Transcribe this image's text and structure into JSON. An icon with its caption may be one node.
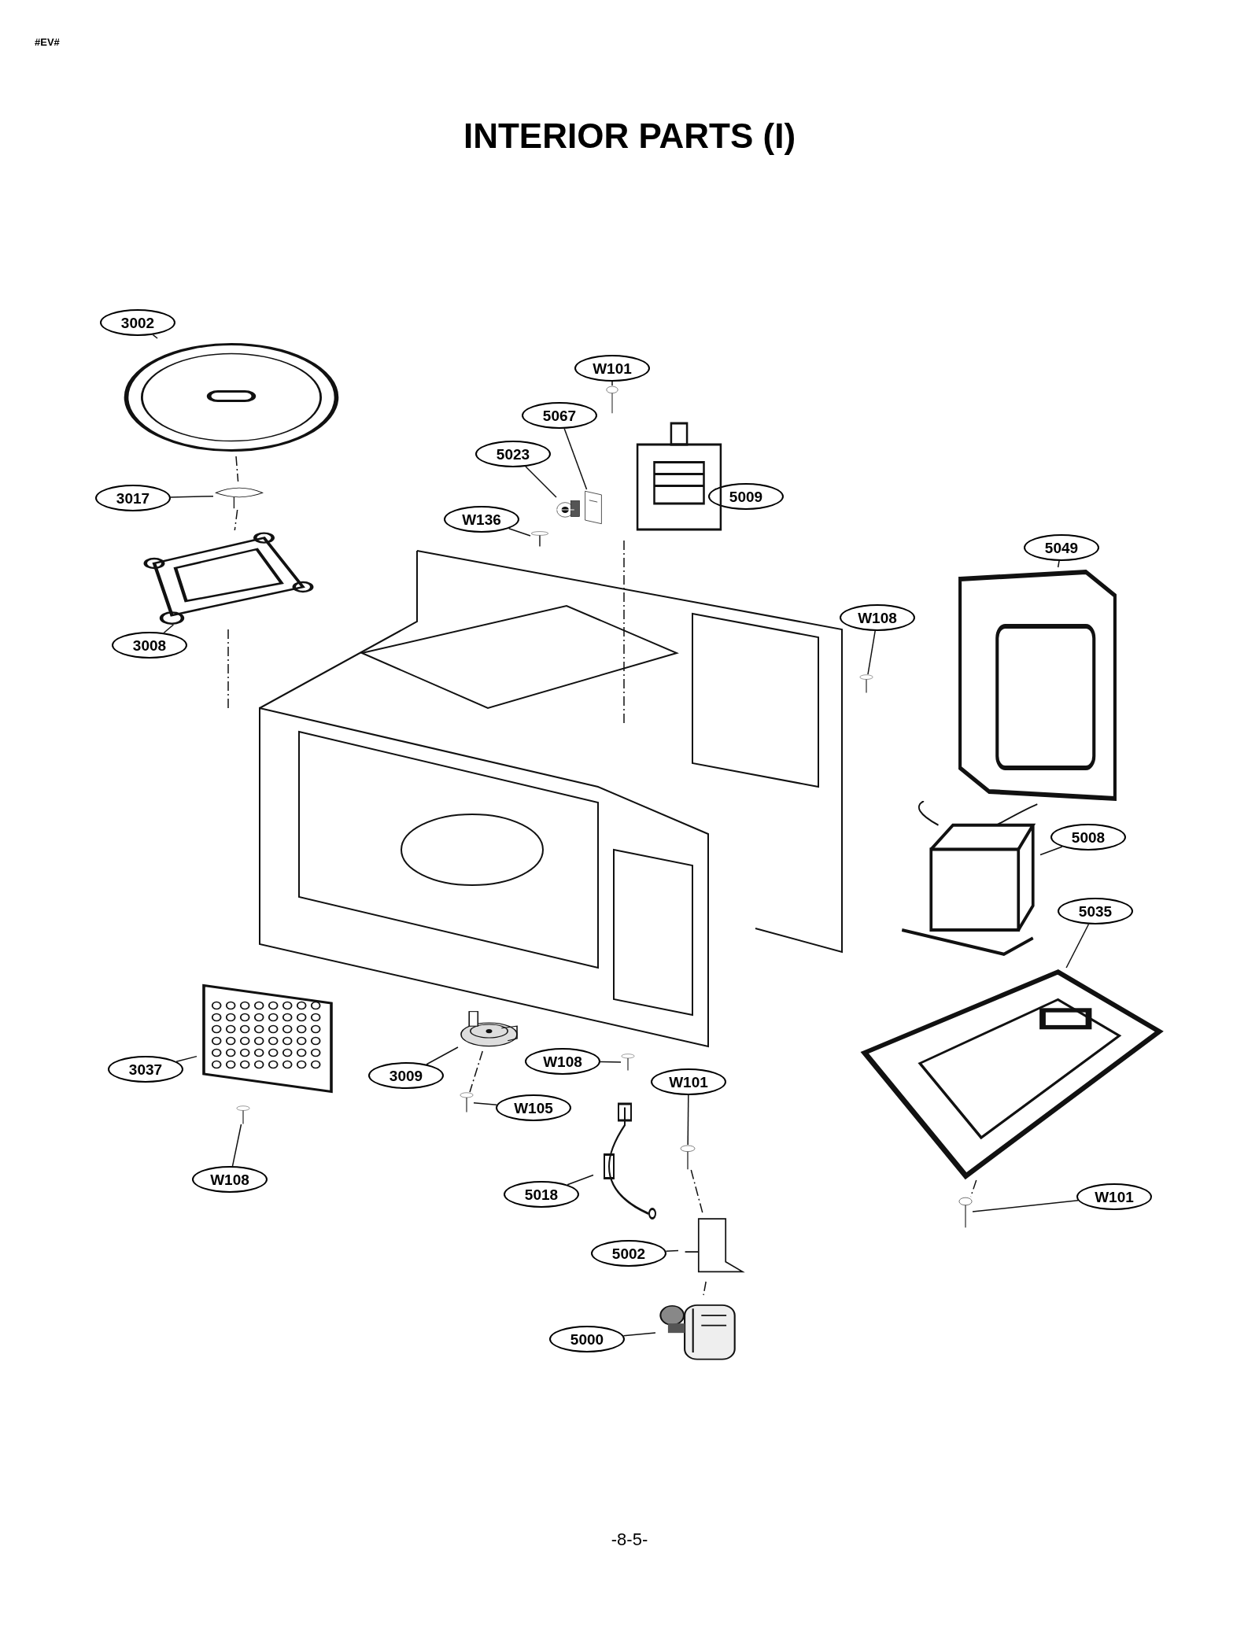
{
  "diagram": {
    "title": "INTERIOR PARTS (I)",
    "nodes": [
      {
        "text": [
          "3002"
        ]
      },
      {
        "text": [
          "W101"
        ]
      },
      {
        "text": [
          "5067"
        ]
      },
      {
        "text": [
          "5023"
        ]
      },
      {
        "text": [
          "3017"
        ]
      },
      {
        "text": [
          "5009"
        ]
      },
      {
        "text": [
          "W136"
        ]
      },
      {
        "text": [
          "5049"
        ]
      },
      {
        "text": [
          "W108"
        ]
      },
      {
        "text": [
          "3008"
        ]
      },
      {
        "text": [
          "5008"
        ]
      },
      {
        "text": [
          "5035"
        ]
      },
      {
        "text": [
          "3037"
        ]
      },
      {
        "text": [
          "3009"
        ]
      },
      {
        "text": [
          "W108"
        ]
      },
      {
        "text": [
          "W101"
        ]
      },
      {
        "text": [
          "W105"
        ]
      },
      {
        "text": [
          "W108"
        ]
      },
      {
        "text": [
          "5018"
        ]
      },
      {
        "text": [
          "W101"
        ]
      },
      {
        "text": [
          "5002"
        ]
      },
      {
        "text": [
          "5000"
        ]
      },
      {
        "text": [],
        "shape": "picture"
      },
      {
        "text": [],
        "shape": "picture"
      },
      {
        "text": [],
        "shape": "picture"
      },
      {
        "text": [],
        "shape": "picture"
      },
      {
        "text": [],
        "shape": "picture"
      },
      {
        "text": [],
        "shape": "picture"
      },
      {
        "text": [],
        "shape": "picture"
      },
      {
        "text": [],
        "shape": "picture"
      },
      {
        "text": [],
        "shape": "picture"
      },
      {
        "text": [],
        "shape": "picture"
      },
      {
        "text": [],
        "shape": "picture"
      },
      {
        "text": [],
        "shape": "picture"
      },
      {
        "text": [],
        "shape": "picture"
      },
      {
        "text": [],
        "shape": "picture"
      },
      {
        "text": [],
        "shape": "picture"
      },
      {
        "text": [],
        "shape": "picture"
      },
      {
        "text": [],
        "shape": "picture"
      },
      {
        "text": [],
        "shape": "picture"
      },
      {
        "text": [],
        "shape": "picture"
      },
      {
        "text": [],
        "shape": "picture"
      },
      {
        "text": [],
        "shape": "picture"
      },
      {
        "text": [],
        "shape": "picture"
      }
    ],
    "edges": [
      {
        "from": 0,
        "to": 22,
        "arrow": "none"
      },
      {
        "from": 1,
        "to": 23,
        "arrow": "none"
      },
      {
        "from": 2,
        "to": 24,
        "arrow": "none"
      },
      {
        "from": 3,
        "to": 25,
        "arrow": "none"
      },
      {
        "from": 4,
        "to": 26,
        "arrow": "none"
      },
      {
        "from": 5,
        "to": 27,
        "arrow": "none"
      },
      {
        "from": 6,
        "to": 28,
        "arrow": "none"
      },
      {
        "from": 7,
        "to": 29,
        "arrow": "none"
      },
      {
        "from": 8,
        "to": 30,
        "arrow": "none"
      },
      {
        "from": 9,
        "to": 31,
        "arrow": "none"
      },
      {
        "from": 10,
        "to": 32,
        "arrow": "none"
      },
      {
        "from": 11,
        "to": 33,
        "arrow": "none"
      },
      {
        "from": 12,
        "to": 34,
        "arrow": "none"
      },
      {
        "from": 13,
        "to": 35,
        "arrow": "none"
      },
      {
        "from": 14,
        "to": 36,
        "arrow": "none"
      },
      {
        "from": 15,
        "to": 37,
        "arrow": "none"
      },
      {
        "from": 16,
        "to": 38,
        "arrow": "none"
      },
      {
        "from": 17,
        "to": 39,
        "arrow": "none"
      },
      {
        "from": 18,
        "to": 40,
        "arrow": "none"
      },
      {
        "from": 19,
        "to": 41,
        "arrow": "none"
      },
      {
        "from": 20,
        "to": 42,
        "arrow": "none"
      },
      {
        "from": 21,
        "to": 43,
        "arrow": "none"
      },
      {
        "from": 22,
        "to": 26,
        "arrow": "none",
        "style": "dashed"
      },
      {
        "from": 26,
        "to": 31,
        "arrow": "none",
        "style": "dashed"
      },
      {
        "from": 35,
        "to": 38,
        "arrow": "none",
        "style": "dashed"
      },
      {
        "from": 37,
        "to": 42,
        "arrow": "none",
        "style": "dashed"
      },
      {
        "from": 42,
        "to": 43,
        "arrow": "none",
        "style": "dashed"
      },
      {
        "from": 33,
        "to": 41,
        "arrow": "none",
        "style": "dashed"
      }
    ],
    "labels": [
      "#EV#",
      "-8-5-"
    ]
  }
}
